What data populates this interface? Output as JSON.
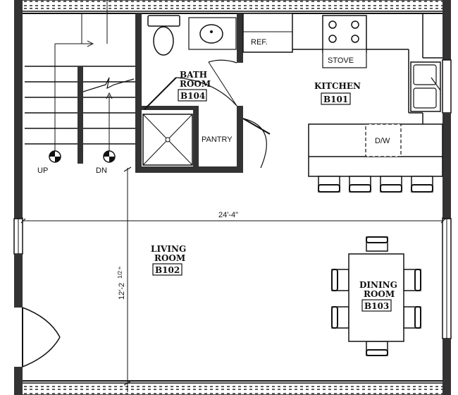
{
  "rooms": {
    "bath": {
      "name_line1": "BATH",
      "name_line2": "ROOM",
      "tag": "B104"
    },
    "kitchen": {
      "name": "KITCHEN",
      "tag": "B101"
    },
    "living": {
      "name_line1": "LIVING",
      "name_line2": "ROOM",
      "tag": "B102"
    },
    "dining": {
      "name_line1": "DINING",
      "name_line2": "ROOM",
      "tag": "B103"
    },
    "pantry": {
      "name": "PANTRY"
    }
  },
  "fixtures": {
    "refrigerator": "REF.",
    "stove": "STOVE",
    "dishwasher": "D/W"
  },
  "stairs": {
    "up": "UP",
    "down": "DN"
  },
  "dimensions": {
    "width": "24'-4\"",
    "depth_main": "12'-2",
    "depth_fraction": "1/2",
    "depth_unit": "\""
  }
}
